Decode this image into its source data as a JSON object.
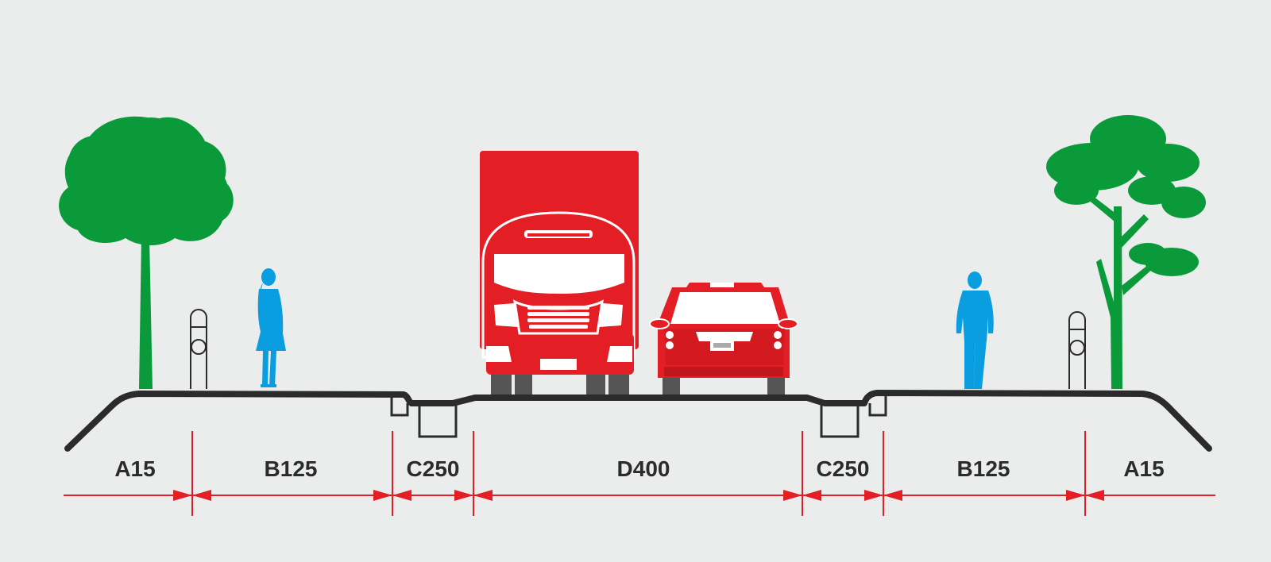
{
  "colors": {
    "background": "#ebecec",
    "road_profile": "#2b2b2b",
    "dimension": "#e31e24",
    "tree": "#0a9a3a",
    "pedestrian": "#0a9ee0",
    "vehicle": "#e31e24",
    "bollard": "#2b2b2b"
  },
  "zones": [
    {
      "id": "a15-left",
      "label": "A15"
    },
    {
      "id": "b125-left",
      "label": "B125"
    },
    {
      "id": "c250-left",
      "label": "C250"
    },
    {
      "id": "d400",
      "label": "D400"
    },
    {
      "id": "c250-right",
      "label": "C250"
    },
    {
      "id": "b125-right",
      "label": "B125"
    },
    {
      "id": "a15-right",
      "label": "A15"
    }
  ],
  "icons": {
    "left_tree": "deciduous-tree-icon",
    "right_tree": "pine-tree-icon",
    "left_pedestrian": "woman-pedestrian-icon",
    "right_pedestrian": "man-pedestrian-icon",
    "truck": "truck-icon",
    "car": "car-icon",
    "bollard": "bollard-icon",
    "drain": "drain-channel-icon"
  }
}
